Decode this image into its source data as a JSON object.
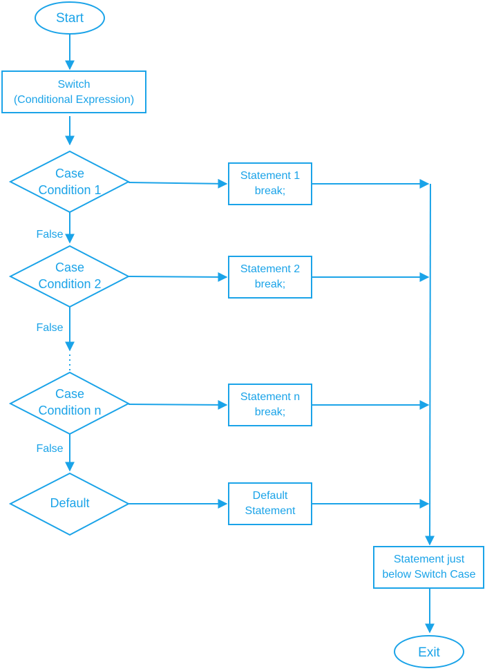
{
  "colors": {
    "stroke": "#1aa3e8",
    "text": "#1aa3e8",
    "background": "#ffffff"
  },
  "nodes": {
    "start": "Start",
    "switch_line1": "Switch",
    "switch_line2": "(Conditional Expression)",
    "case1_line1": "Case",
    "case1_line2": "Condition 1",
    "case2_line1": "Case",
    "case2_line2": "Condition 2",
    "casen_line1": "Case",
    "casen_line2": "Condition n",
    "default": "Default",
    "stmt1_line1": "Statement 1",
    "stmt1_line2": "break;",
    "stmt2_line1": "Statement 2",
    "stmt2_line2": "break;",
    "stmtn_line1": "Statement n",
    "stmtn_line2": "break;",
    "default_stmt_line1": "Default",
    "default_stmt_line2": "Statement",
    "below_line1": "Statement just",
    "below_line2": "below Switch Case",
    "exit": "Exit"
  },
  "edge_labels": {
    "false1": "False",
    "false2": "False",
    "false3": "False"
  }
}
